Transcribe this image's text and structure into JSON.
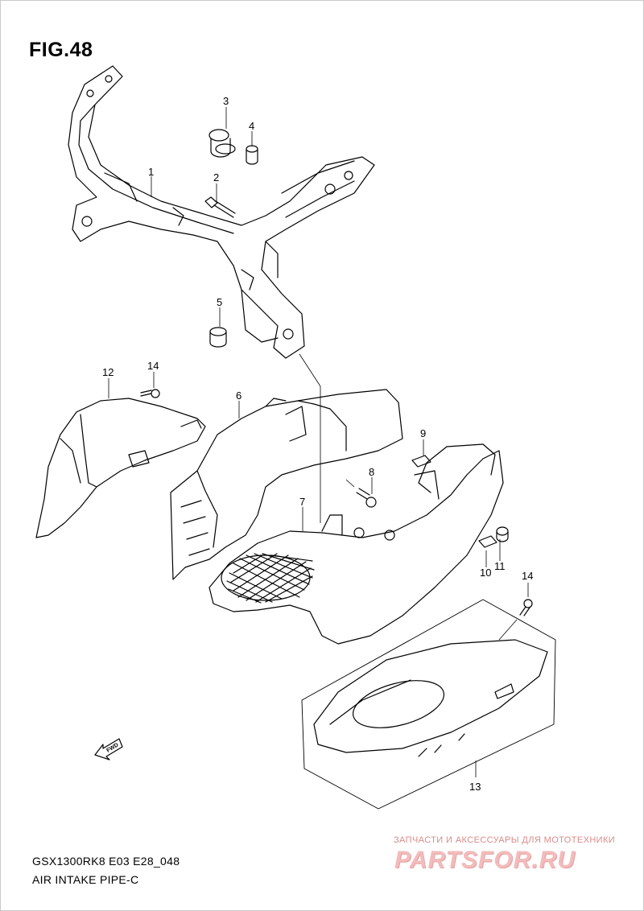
{
  "figure": {
    "title": "FIG.48"
  },
  "callouts": [
    "1",
    "2",
    "3",
    "4",
    "5",
    "6",
    "7",
    "8",
    "9",
    "10",
    "11",
    "12",
    "13",
    "14",
    "14"
  ],
  "fwd_label": "FWD",
  "footer": {
    "model": "GSX1300RK8 E03 E28_048",
    "name": "AIR INTAKE PIPE-C"
  },
  "watermark": {
    "caption": "ЗАПЧАСТИ И АКСЕССУАРЫ ДЛЯ МОТОТЕХНИКИ",
    "logo": "PARTSFOR.RU"
  },
  "colors": {
    "line": "#000000",
    "watermark_logo": "#f2bcbc",
    "watermark_caption": "#d98b8b"
  }
}
